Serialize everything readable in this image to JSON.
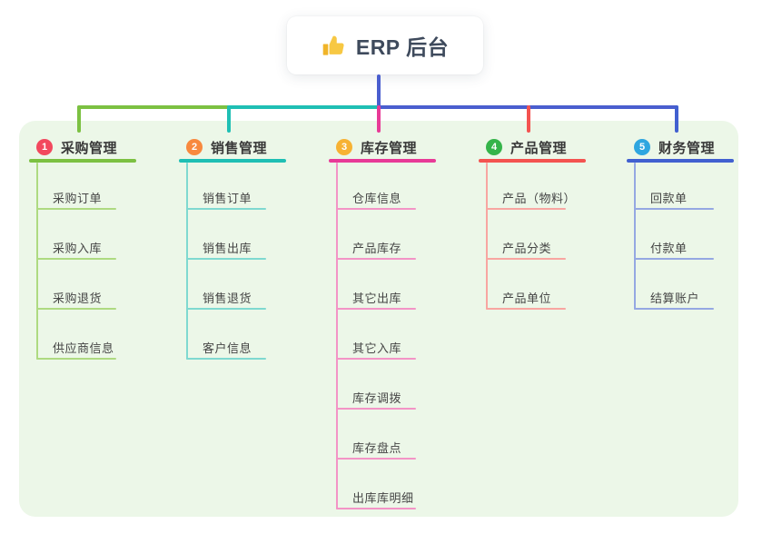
{
  "root": {
    "label": "ERP 后台",
    "icon": "thumbs-up-icon"
  },
  "colors": {
    "page_bg": "#ffffff",
    "panel_bg": "#ecf7e8",
    "root_line": "#4a5ecf",
    "title_text": "#383838",
    "child_text": "#454545",
    "card_bg": "#ffffff",
    "thumb_yellow": "#f7c843",
    "thumb_yellow_dark": "#f0b429"
  },
  "branches": [
    {
      "index": "1",
      "label": "采购管理",
      "badge_color": "#f2485e",
      "line_color": "#7cc142",
      "child_line_color": "#aeda81",
      "children": [
        "采购订单",
        "采购入库",
        "采购退货",
        "供应商信息"
      ]
    },
    {
      "index": "2",
      "label": "销售管理",
      "badge_color": "#f8893e",
      "line_color": "#1fbfb4",
      "child_line_color": "#7fd9d0",
      "children": [
        "销售订单",
        "销售出库",
        "销售退货",
        "客户信息"
      ]
    },
    {
      "index": "3",
      "label": "库存管理",
      "badge_color": "#f7b233",
      "line_color": "#e83a97",
      "child_line_color": "#f withered394c6",
      "children": [
        "仓库信息",
        "产品库存",
        "其它出库",
        "其它入库",
        "库存调拨",
        "库存盘点",
        "出库库明细"
      ]
    },
    {
      "index": "4",
      "label": "产品管理",
      "badge_color": "#35b44a",
      "line_color": "#f45350",
      "child_line_color": "#f8a6a1",
      "children": [
        "产品（物料）",
        "产品分类",
        "产品单位"
      ]
    },
    {
      "index": "5",
      "label": "财务管理",
      "badge_color": "#2ea6e0",
      "line_color": "#4160d0",
      "child_line_color": "#95a8e2",
      "children": [
        "回款单",
        "付款单",
        "结算账户"
      ]
    }
  ]
}
